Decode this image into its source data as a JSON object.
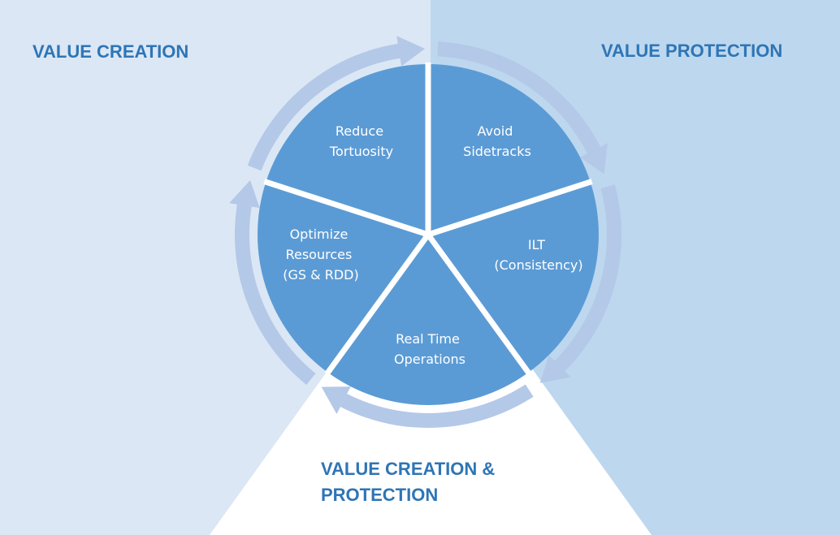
{
  "regions": {
    "left_title": "VALUE CREATION",
    "right_title": "VALUE PROTECTION",
    "bottom_title": "VALUE CREATION & PROTECTION"
  },
  "segments": [
    {
      "id": "reduce-tortuosity",
      "lines": [
        "Reduce",
        "Tortuosity"
      ]
    },
    {
      "id": "avoid-sidetracks",
      "lines": [
        "Avoid",
        "Sidetracks"
      ]
    },
    {
      "id": "ilt-consistency",
      "lines": [
        "ILT",
        "(Consistency)"
      ]
    },
    {
      "id": "real-time-operations",
      "lines": [
        "Real Time",
        "Operations"
      ]
    },
    {
      "id": "optimize-resources",
      "lines": [
        "Optimize",
        "Resources",
        "(GS & RDD)"
      ]
    }
  ],
  "colors": {
    "left_background": "#dbe7f5",
    "right_background": "#bdd7ee",
    "bottom_background": "#ffffff",
    "segment_fill": "#5b9bd5",
    "ring_fill": "#b4c8e7",
    "title_text": "#2e75b6",
    "segment_text": "#ffffff"
  }
}
